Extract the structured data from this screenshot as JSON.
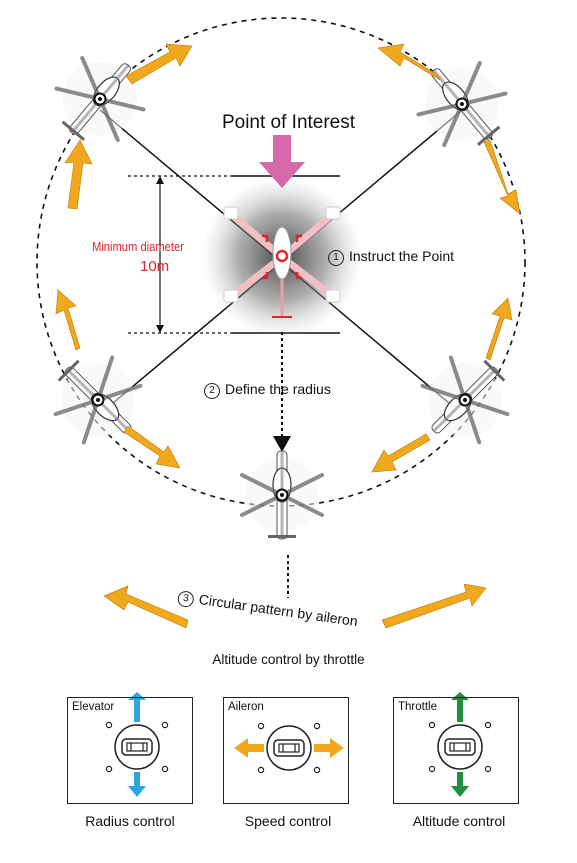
{
  "poi_label": "Point of Interest",
  "min_diameter_label": "Minimum diameter",
  "min_diameter_value": "10m",
  "step1": {
    "num": "1",
    "label": "Instruct the Point"
  },
  "step2": {
    "num": "2",
    "label": "Define the radius"
  },
  "step3": {
    "num": "3",
    "label": "Circular pattern by aileron"
  },
  "altitude_label": "Altitude control by throttle",
  "controls": [
    {
      "title": "Elevator",
      "caption": "Radius control",
      "arrow_color": "#2fa6e0"
    },
    {
      "title": "Aileron",
      "caption": "Speed control",
      "arrow_color": "#f2a81d"
    },
    {
      "title": "Throttle",
      "caption": "Altitude control",
      "arrow_color": "#1f8f3a"
    }
  ],
  "colors": {
    "orbit_arrow": "#f2a81d",
    "poi_arrow": "#d768a9",
    "min_diameter": "#e2232b"
  }
}
